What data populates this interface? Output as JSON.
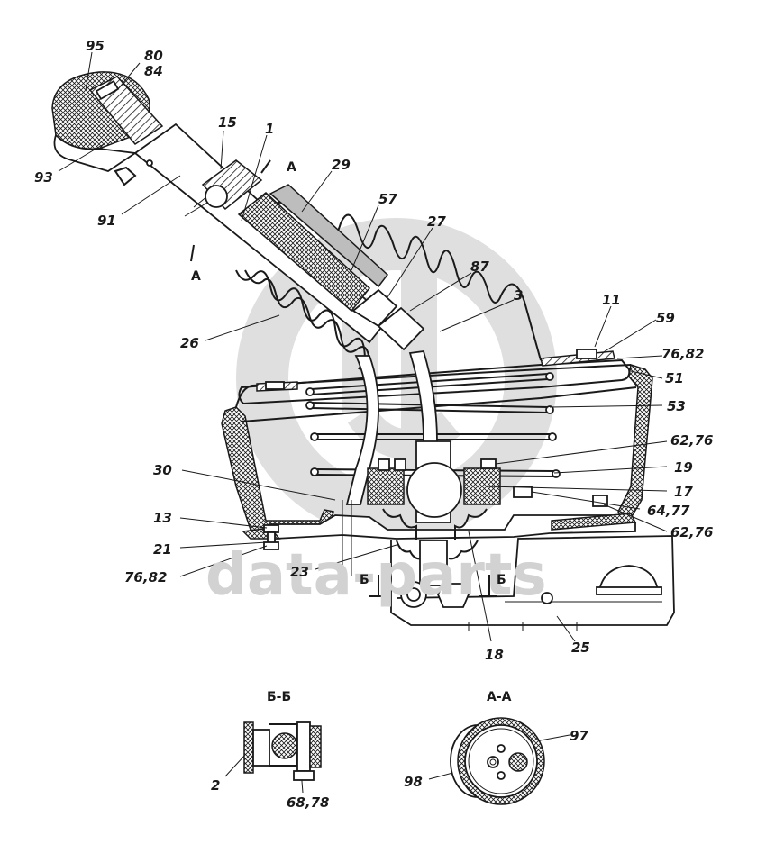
{
  "watermark": {
    "text": "data-parts",
    "logo_color": "#d9d9d9"
  },
  "section_titles": {
    "b_b": "Б-Б",
    "a_a": "А-А"
  },
  "cut_marks": {
    "a_upper": "А",
    "a_lower": "А",
    "b_left": "Б",
    "b_right": "Б"
  },
  "callouts": {
    "c95": "95",
    "c80": "80",
    "c84": "84",
    "c15": "15",
    "c1": "1",
    "c29": "29",
    "c93": "93",
    "c91": "91",
    "c57": "57",
    "c27": "27",
    "c87": "87",
    "c3": "3",
    "c26": "26",
    "c11": "11",
    "c59": "59",
    "c76_82_top": "76,82",
    "c51": "51",
    "c53": "53",
    "c62_76_top": "62,76",
    "c30": "30",
    "c19": "19",
    "c17": "17",
    "c13": "13",
    "c64_77": "64,77",
    "c62_76_bottom": "62,76",
    "c21": "21",
    "c76_82_bottom": "76,82",
    "c23": "23",
    "c18": "18",
    "c25": "25",
    "c2": "2",
    "c68_78": "68,78",
    "c97": "97",
    "c98": "98"
  }
}
